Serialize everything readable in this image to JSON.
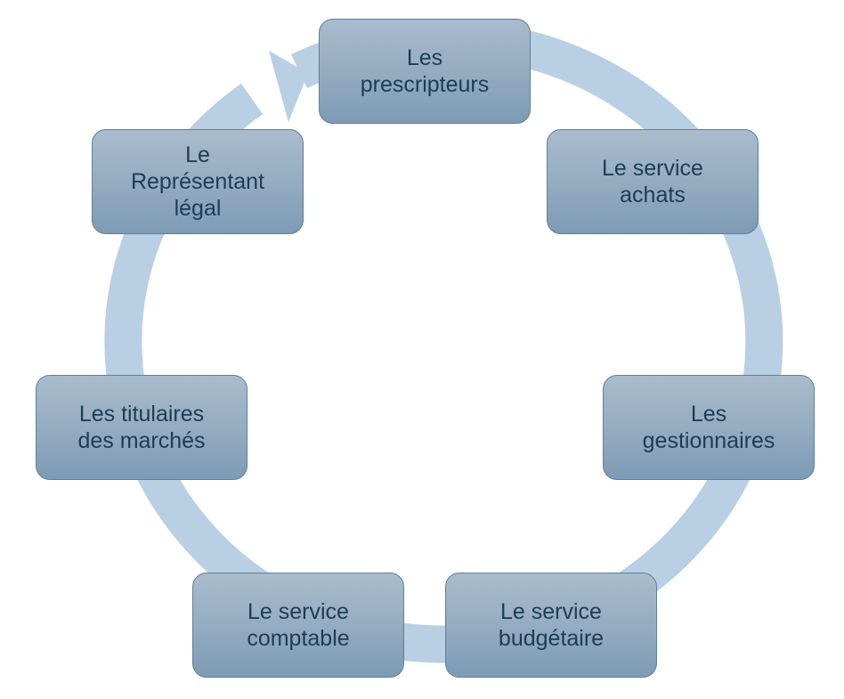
{
  "diagram": {
    "colors": {
      "ring": "#b8cfe4",
      "box_fill_top": "#a9bccd",
      "box_fill_bottom": "#7e9bb5",
      "box_border": "#5f7f9a",
      "text": "#1c3d57"
    },
    "nodes": [
      {
        "label": "Les\nprescripteurs"
      },
      {
        "label": "Le service\nachats"
      },
      {
        "label": "Les\ngestionnaires"
      },
      {
        "label": "Le service\nbudgétaire"
      },
      {
        "label": "Le service\ncomptable"
      },
      {
        "label": "Les titulaires\ndes marchés"
      },
      {
        "label": "Le\nReprésentant\nlégal"
      }
    ]
  }
}
